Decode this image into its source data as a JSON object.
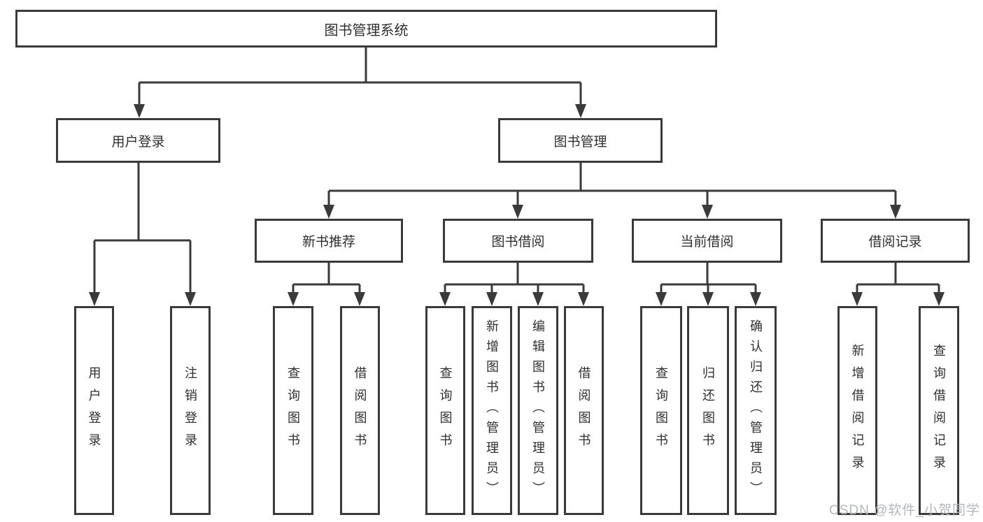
{
  "diagram": {
    "root": {
      "label": "图书管理系统",
      "children": [
        {
          "label": "用户登录",
          "children": [
            {
              "label": "用户登录"
            },
            {
              "label": "注销登录"
            }
          ]
        },
        {
          "label": "图书管理",
          "children": [
            {
              "label": "新书推荐",
              "children": [
                {
                  "label": "查询图书"
                },
                {
                  "label": "借阅图书"
                }
              ]
            },
            {
              "label": "图书借阅",
              "children": [
                {
                  "label": "查询图书"
                },
                {
                  "label": "新增图书（管理员）"
                },
                {
                  "label": "编辑图书（管理员）"
                },
                {
                  "label": "借阅图书"
                }
              ]
            },
            {
              "label": "当前借阅",
              "children": [
                {
                  "label": "查询图书"
                },
                {
                  "label": "归还图书"
                },
                {
                  "label": "确认归还（管理员）"
                }
              ]
            },
            {
              "label": "借阅记录",
              "children": [
                {
                  "label": "新增借阅记录"
                },
                {
                  "label": "查询借阅记录"
                }
              ]
            }
          ]
        }
      ]
    }
  },
  "watermark": "CSDN @软件_小贺同学",
  "colors": {
    "line": "#3a3a3a",
    "text": "#2f2f2f",
    "box_fill": "#ffffff",
    "background": "#ffffff",
    "watermark": "#b4b7ba"
  }
}
